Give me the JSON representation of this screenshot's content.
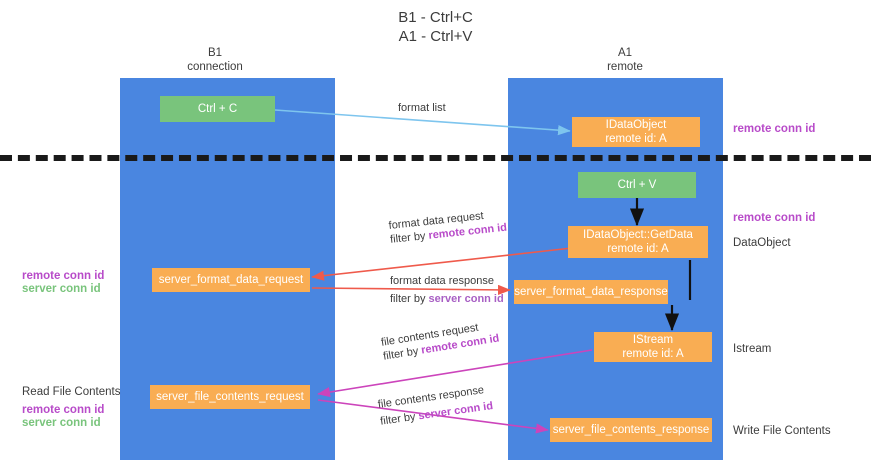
{
  "title": {
    "line1": "B1 - Ctrl+C",
    "line2": "A1 - Ctrl+V"
  },
  "columns": [
    {
      "name": "B1",
      "role": "connection"
    },
    {
      "name": "A1",
      "role": "remote"
    }
  ],
  "legend_keys": {
    "remote_conn_id": "remote conn id",
    "server_conn_id": "server conn id"
  },
  "colors": {
    "lane": "#4a86e0",
    "node_green": "#79c47c",
    "node_orange": "#f9ad53",
    "remote_key": "#b84bc9",
    "server_key_green": "#79c47c",
    "server_key_purple": "#a85fc4",
    "arrow_blue": "#7ec5ee",
    "arrow_red": "#ef5a4b",
    "arrow_magenta": "#cc44bb",
    "arrow_black": "#111111",
    "divider": "#1a1a1a",
    "text": "#3c3c3c"
  },
  "nodes": {
    "ctrl_c": "Ctrl + C",
    "ctrl_v": "Ctrl + V",
    "idataobject_title": "IDataObject",
    "idataobject_sub": "remote id: A",
    "getdata_title": "IDataObject::GetData",
    "getdata_sub": "remote id: A",
    "istream_title": "IStream",
    "istream_sub": "remote id: A",
    "server_format_data_request": "server_format_data_request",
    "server_format_data_response": "server_format_data_response",
    "server_file_contents_request": "server_file_contents_request",
    "server_file_contents_response": "server_file_contents_response"
  },
  "edges": {
    "format_list": "format list",
    "format_data_request": "format data request",
    "format_data_request_filter_prefix": "filter by ",
    "format_data_request_filter_key": "remote conn id",
    "format_data_response": "format data response",
    "format_data_response_filter_prefix": "filter by ",
    "format_data_response_filter_key": "server conn id",
    "file_contents_request": "file contents request",
    "file_contents_request_filter_prefix": "filter by ",
    "file_contents_request_filter_key": "remote conn id",
    "file_contents_response": "file contents response",
    "file_contents_response_filter_prefix": "filter by ",
    "file_contents_response_filter_key": "server conn id"
  },
  "annotations": {
    "right_remote_conn_id_top": "remote conn id",
    "right_remote_conn_id_mid": "remote conn id",
    "right_dataobject": "DataObject",
    "right_istream": "Istream",
    "right_write_file_contents": "Write File Contents",
    "left_read_file_contents": "Read File Contents",
    "left_remote_conn_id_1": "remote conn id",
    "left_server_conn_id_1": "server conn id",
    "left_remote_conn_id_2": "remote conn id",
    "left_server_conn_id_2": "server conn id"
  }
}
